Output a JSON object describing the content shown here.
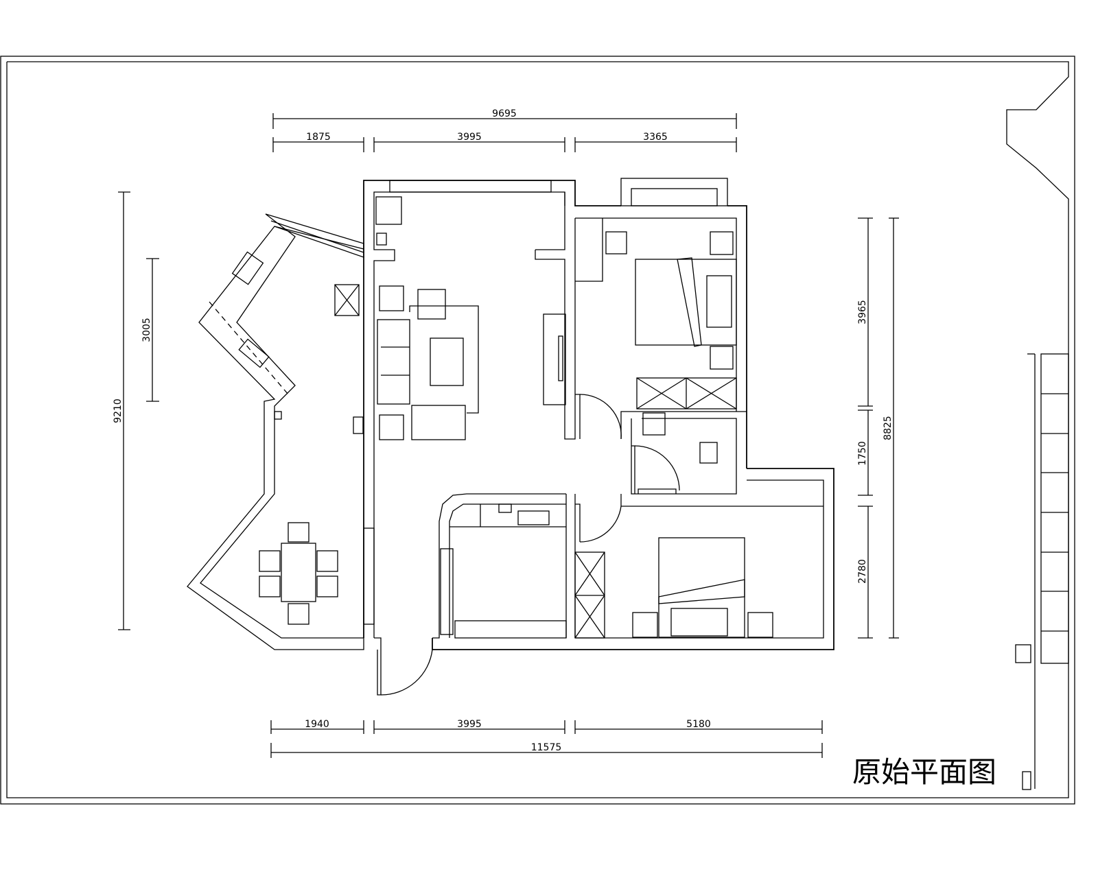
{
  "drawing": {
    "title": "原始平面图",
    "dimensions": {
      "top_total": "9695",
      "top_segments": [
        "1875",
        "3995",
        "3365"
      ],
      "left_total": "9210",
      "left_segment": "3005",
      "right_segments": [
        "3965",
        "1750",
        "2780"
      ],
      "right_total": "8825",
      "bottom_segments": [
        "1940",
        "3995",
        "5180"
      ],
      "bottom_total": "11575"
    }
  }
}
